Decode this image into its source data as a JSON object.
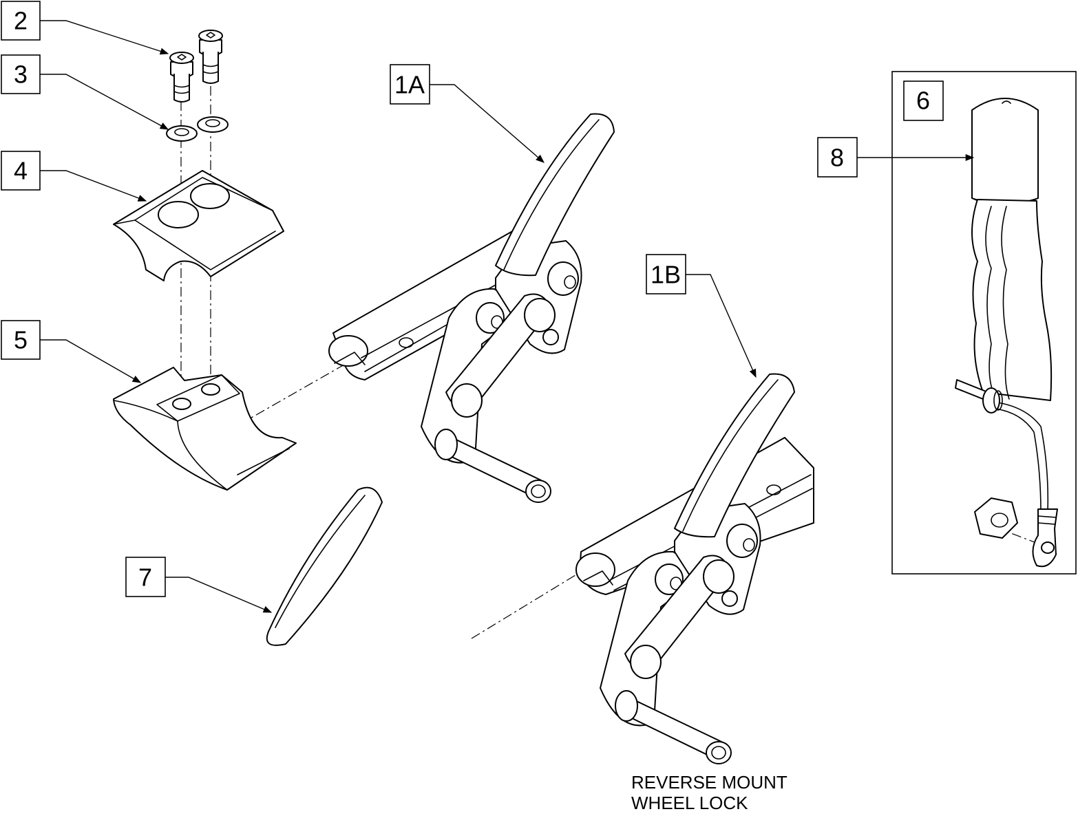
{
  "callouts": {
    "c2": "2",
    "c3": "3",
    "c4": "4",
    "c5": "5",
    "c1a": "1A",
    "c1b": "1B",
    "c6": "6",
    "c7": "7",
    "c8": "8"
  },
  "note": {
    "line1": "REVERSE MOUNT",
    "line2": "WHEEL LOCK"
  },
  "colors": {
    "line": "#000000",
    "background": "#ffffff"
  }
}
